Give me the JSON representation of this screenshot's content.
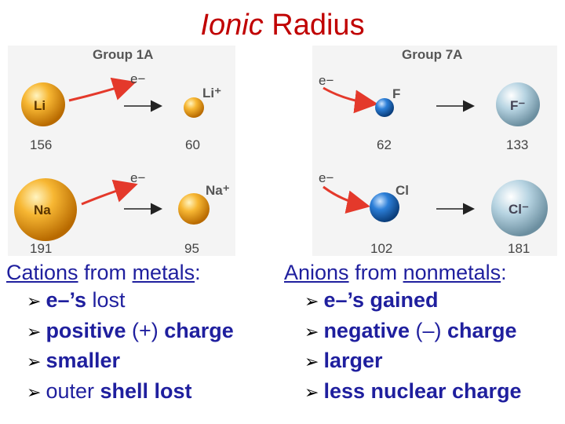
{
  "title": {
    "italic": "Ionic",
    "rest": " Radius"
  },
  "diagram": {
    "group_1a": "Group 1A",
    "group_7a": "Group 7A",
    "electron": "e−",
    "li_atom": "Li",
    "li_ion": "Li⁺",
    "li_atom_radius": "156",
    "li_ion_radius": "60",
    "na_atom": "Na",
    "na_ion": "Na⁺",
    "na_atom_radius": "191",
    "na_ion_radius": "95",
    "f_atom": "F",
    "f_ion": "F⁻",
    "f_atom_radius": "62",
    "f_ion_radius": "133",
    "cl_atom": "Cl",
    "cl_ion": "Cl⁻",
    "cl_atom_radius": "102",
    "cl_ion_radius": "181"
  },
  "cations": {
    "head_a": "Cations",
    "head_b": " from ",
    "head_c": "metals",
    "head_d": ":",
    "bullets": [
      {
        "a": "e–’s ",
        "b": "lost"
      },
      {
        "a": "positive ",
        "b": "(+)",
        "c": " charge"
      },
      {
        "a": "smaller"
      },
      {
        "a": "outer ",
        "b": "shell lost"
      }
    ]
  },
  "anions": {
    "head_a": "Anions",
    "head_b": " from ",
    "head_c": "nonmetals",
    "head_d": ":",
    "bullets": [
      {
        "a": "e–’s gained"
      },
      {
        "a": "negative ",
        "b": "(–)",
        "c": " charge"
      },
      {
        "a": "larger"
      },
      {
        "a": "less nuclear charge"
      }
    ]
  },
  "colors": {
    "title": "#c00000",
    "text": "#1f1f9e",
    "gold": "#f0a020",
    "blue": "#1e6ec8",
    "silver": "#a8c8d8",
    "panel": "#f2f2f2"
  }
}
